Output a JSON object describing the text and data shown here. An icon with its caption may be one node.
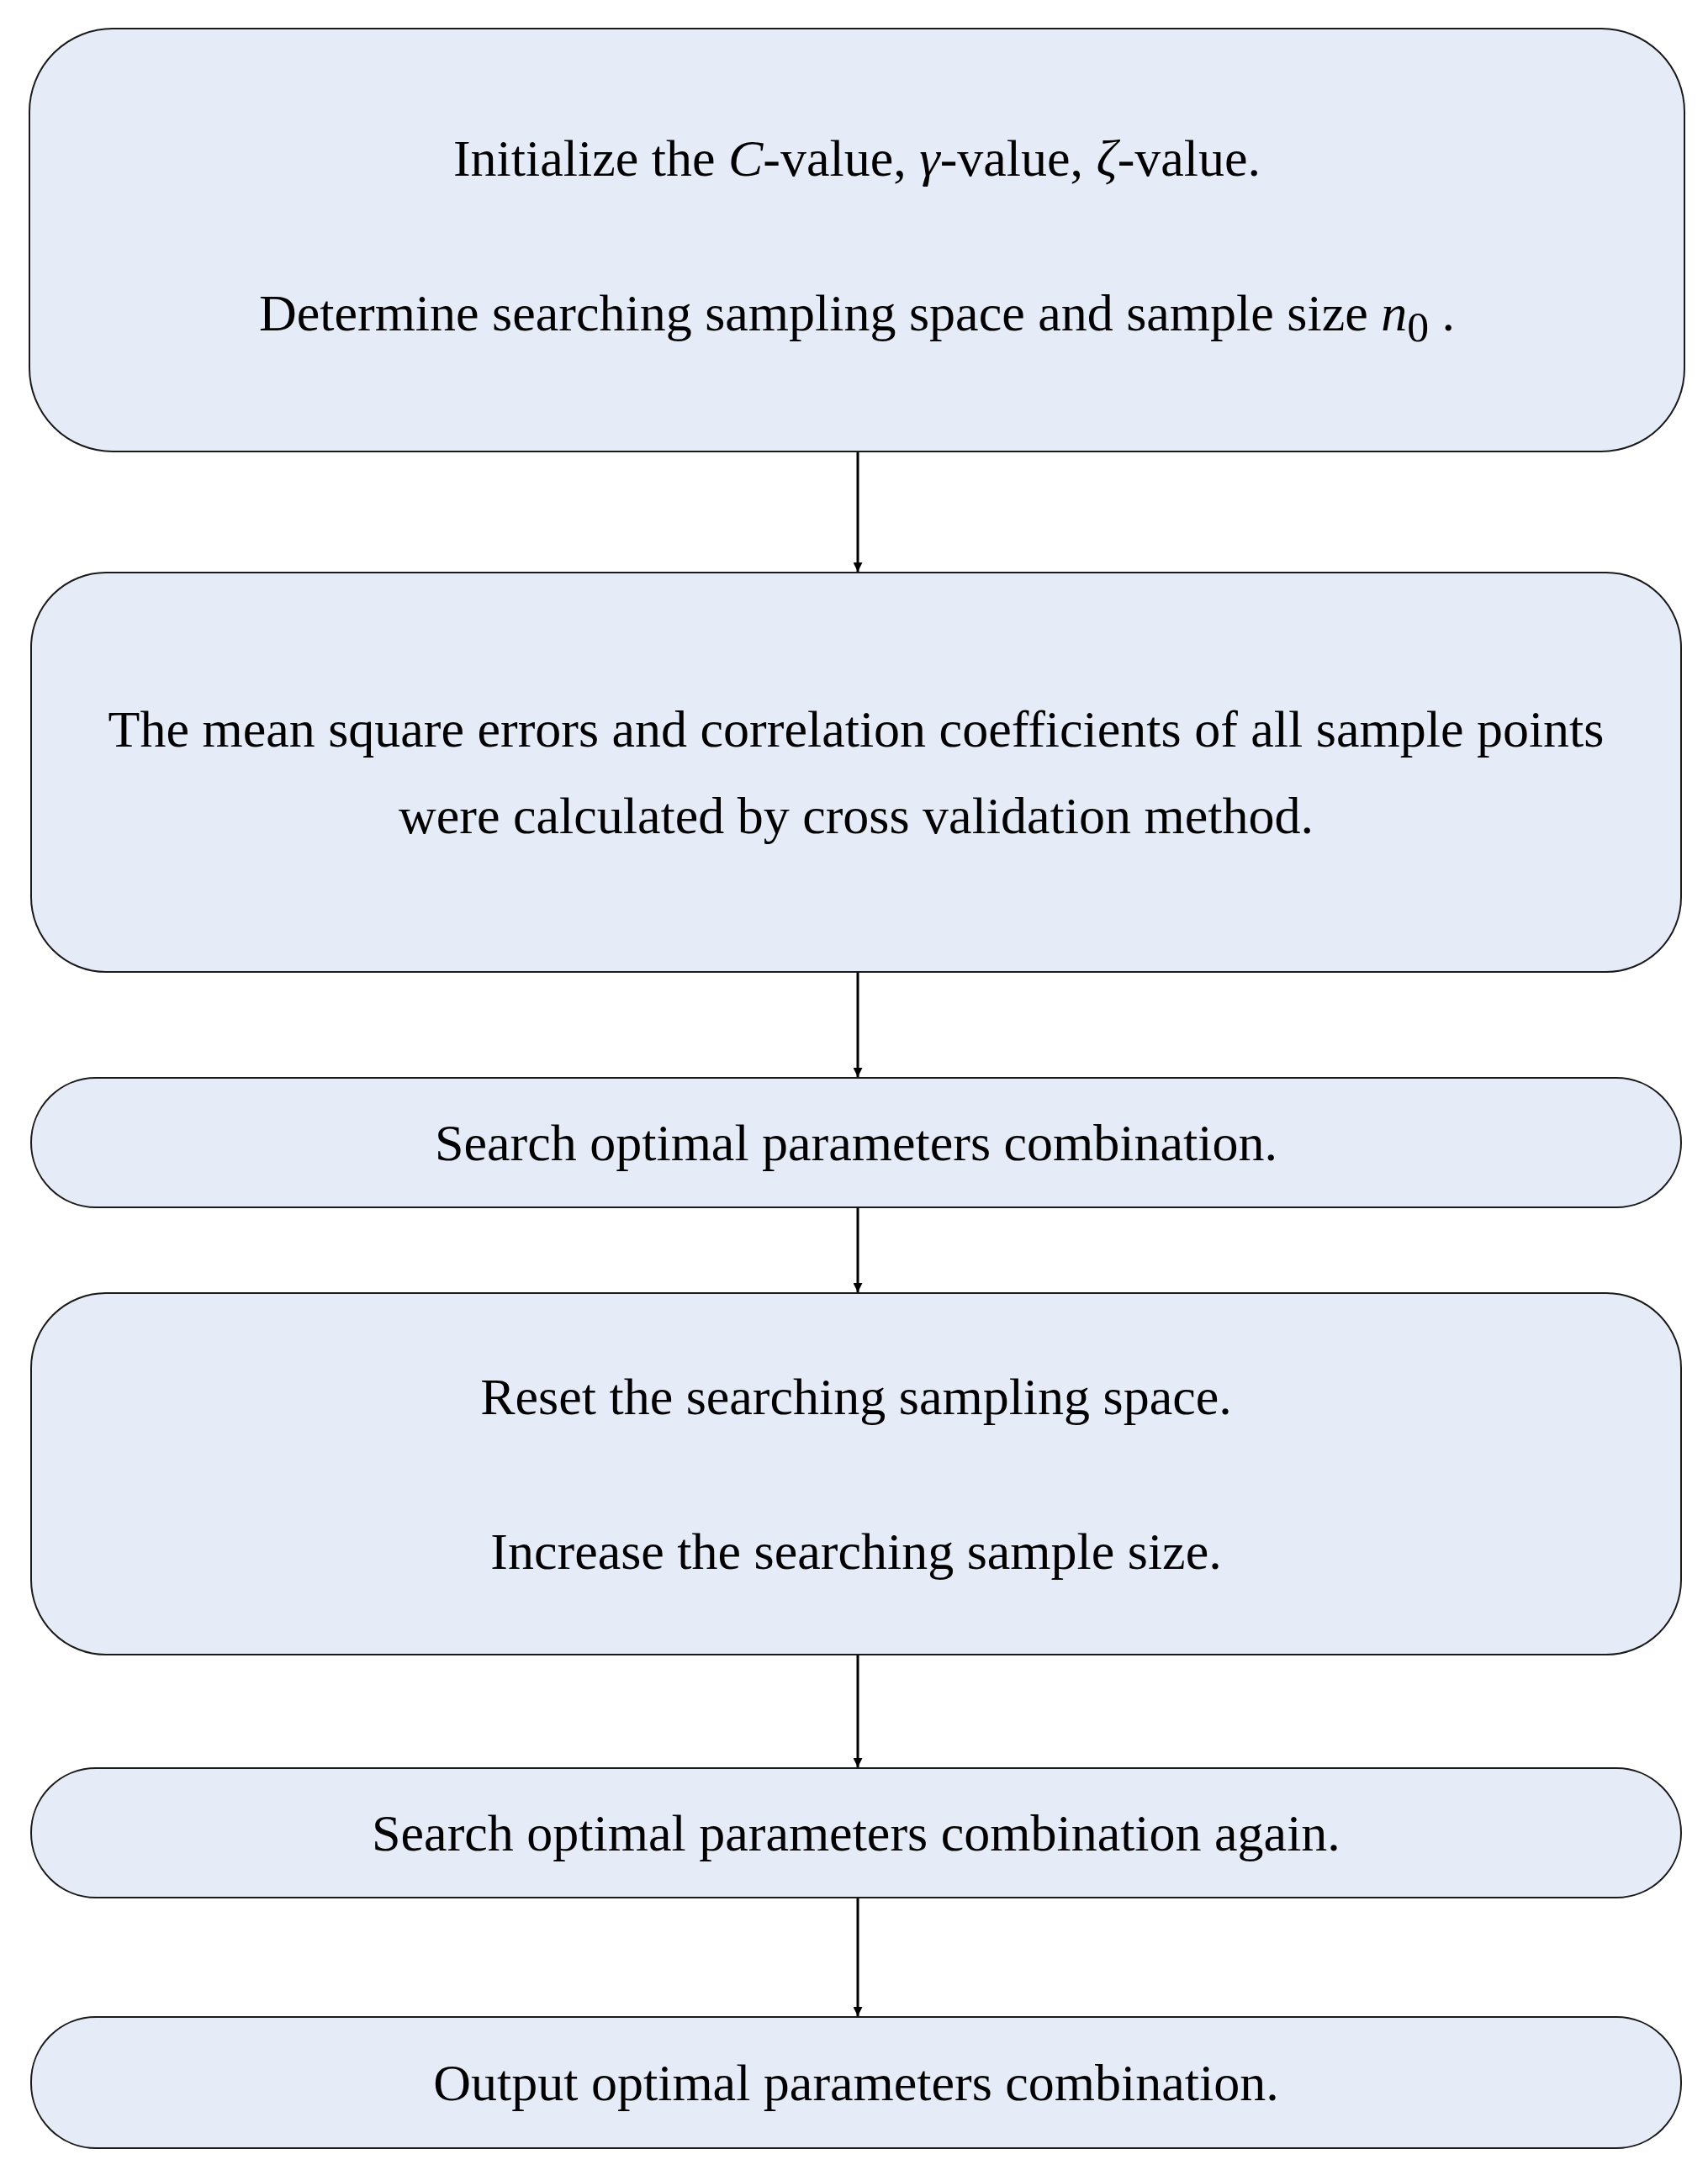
{
  "diagram": {
    "nodes": [
      {
        "text": [
          "Initialize the *C*-value, *γ*-value, *ζ*-value.",
          "Determine searching sampling space and sample size *n*$_{0}$ ."
        ]
      },
      {
        "text": [
          "The mean square errors and correlation coefficients of all sample points were calculated by cross validation method."
        ]
      },
      {
        "text": [
          "Search optimal parameters combination."
        ]
      },
      {
        "text": [
          "Reset the searching sampling space.",
          "Increase the searching sample size."
        ]
      },
      {
        "text": [
          "Search optimal parameters combination again."
        ]
      },
      {
        "text": [
          "Output optimal parameters combination."
        ]
      }
    ],
    "edges": [
      {
        "from": 0,
        "to": 1,
        "arrow": "to"
      },
      {
        "from": 1,
        "to": 2,
        "arrow": "to"
      },
      {
        "from": 2,
        "to": 3,
        "arrow": "to"
      },
      {
        "from": 3,
        "to": 4,
        "arrow": "to"
      },
      {
        "from": 4,
        "to": 5,
        "arrow": "to"
      }
    ]
  }
}
